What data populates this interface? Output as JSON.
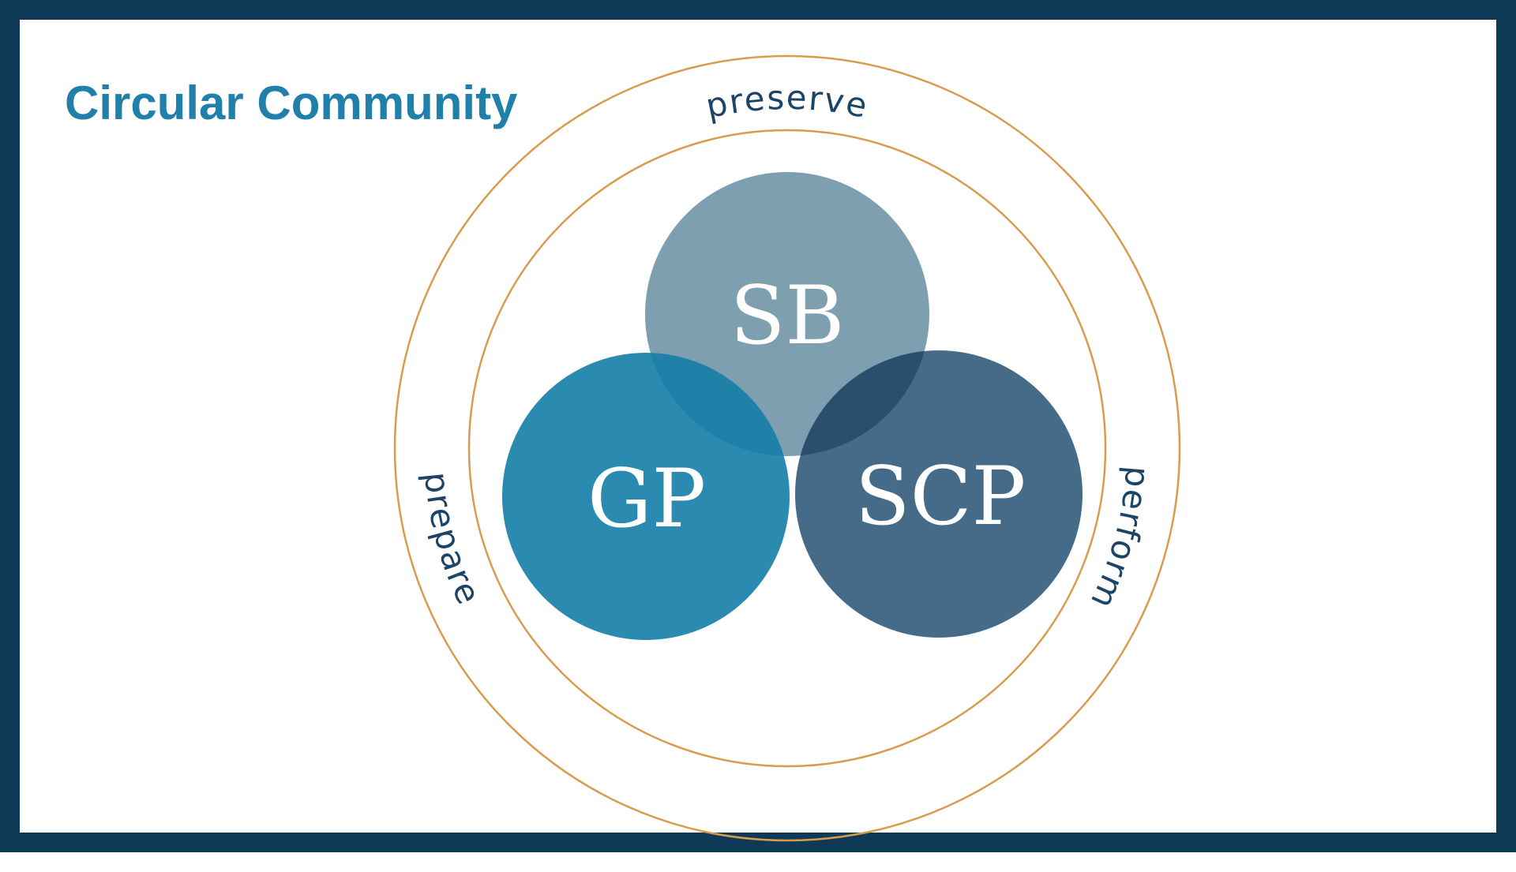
{
  "title": "Circular Community",
  "frame": {
    "border_color": "#0e3a57",
    "background_color": "#ffffff",
    "title_color": "#2080aa"
  },
  "diagram": {
    "type": "venn-circular",
    "ring_color": "#d99c4e",
    "curved_label_color": "#1c4467",
    "circle_label_color": "#ffffff",
    "outer_ring_labels": [
      {
        "text": "preserve",
        "position": "top"
      },
      {
        "text": "perform",
        "position": "right"
      },
      {
        "text": "prepare",
        "position": "left"
      }
    ],
    "circles": [
      {
        "label": "SB",
        "color": "#7d9fb0",
        "position": "top"
      },
      {
        "label": "GP",
        "color": "#2b8ab0",
        "position": "bottom-left"
      },
      {
        "label": "SCP",
        "color": "#456b88",
        "position": "bottom-right"
      }
    ],
    "overlaps": [
      {
        "between": "GP-SB",
        "color": "#1f81a8"
      },
      {
        "between": "SCP-SB",
        "color": "#2a4e6e"
      }
    ]
  }
}
